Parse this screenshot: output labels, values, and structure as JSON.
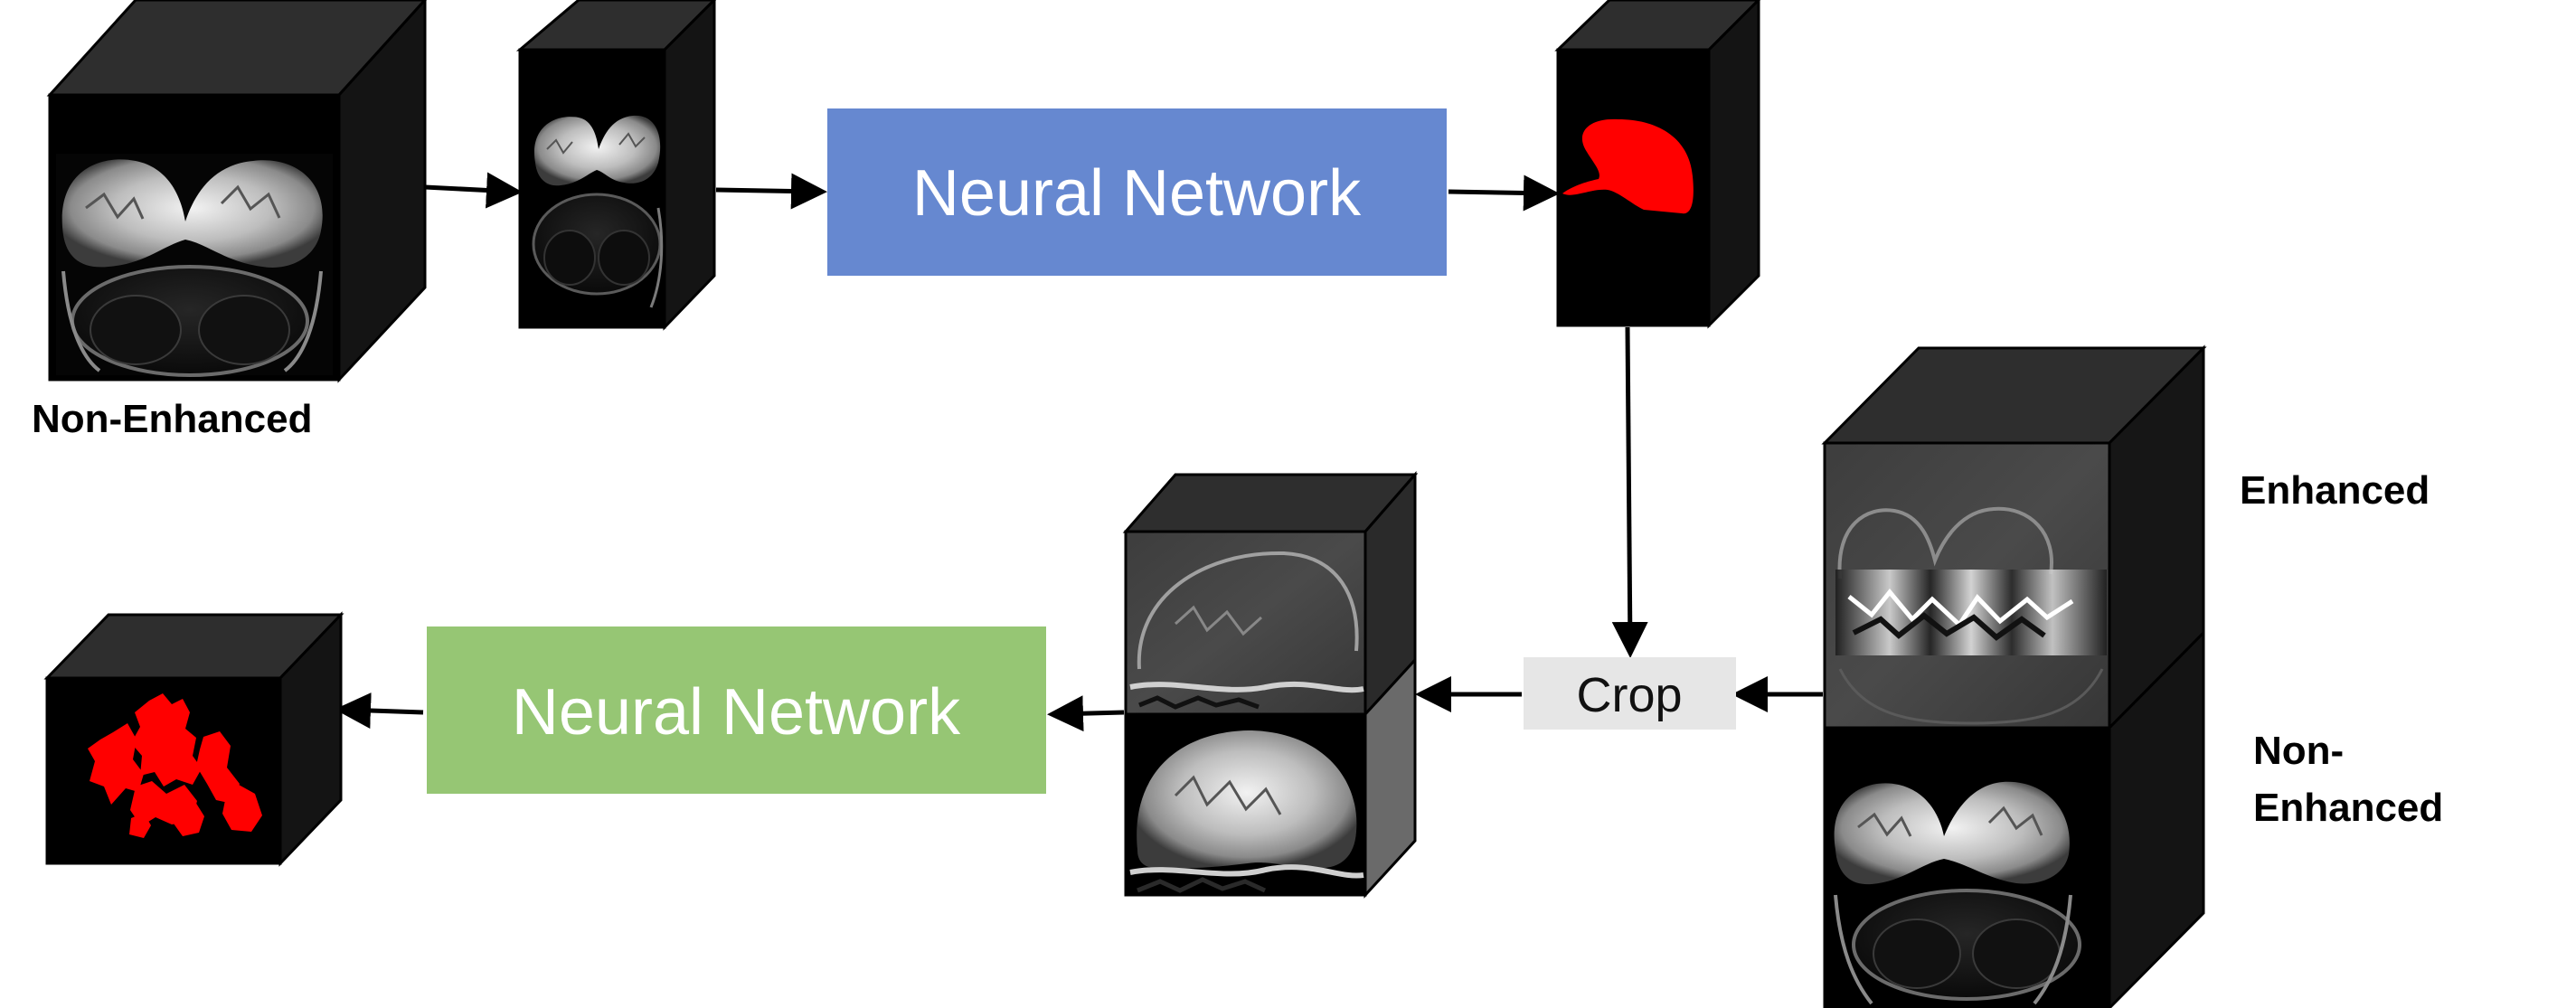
{
  "labels": {
    "input_non_enhanced": "Non-Enhanced",
    "enhanced": "Enhanced",
    "non_enhanced_line1": "Non-",
    "non_enhanced_line2": "Enhanced"
  },
  "boxes": {
    "neural_network_top": "Neural Network",
    "neural_network_bottom": "Neural Network",
    "crop": "Crop"
  },
  "colors": {
    "nn_top_fill": "#6688d0",
    "nn_bottom_fill": "#96c674",
    "crop_fill": "#e6e6e6",
    "segmentation": "#ff0000",
    "volume_face": "#000000",
    "volume_top": "#2e2e2e",
    "volume_side": "#1a1a1a"
  },
  "icons": {
    "mri_volume": "cube-icon",
    "mask_volume": "segmentation-mask-icon",
    "arrow": "arrow-right-icon"
  }
}
